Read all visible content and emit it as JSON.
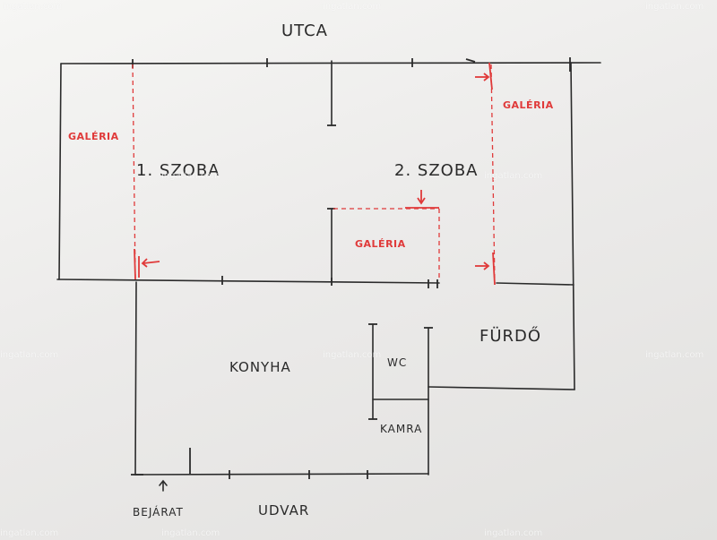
{
  "labels": {
    "street": "UTCA",
    "room1": "1. SZOBA",
    "room2": "2. SZOBA",
    "gallery_left": "GALÉRIA",
    "gallery_right": "GALÉRIA",
    "gallery_middle": "GALÉRIA",
    "bathroom": "FÜRDŐ",
    "kitchen": "KONYHA",
    "wc": "WC",
    "pantry": "KAMRA",
    "entrance": "BEJÁRAT",
    "yard": "UDVAR"
  },
  "watermarks": [
    "ingatlan.com",
    "ingatlan.com",
    "ingatlan.com",
    "ingatlan.com",
    "ingatlan.com",
    "ingatlan.com",
    "ingatlan.com",
    "ingatlan.com",
    "ingatlan.com",
    "ingatlan.com",
    "ingatlan.com"
  ],
  "colors": {
    "ink": "#2b2b2b",
    "gallery_red": "#e03a3a"
  }
}
